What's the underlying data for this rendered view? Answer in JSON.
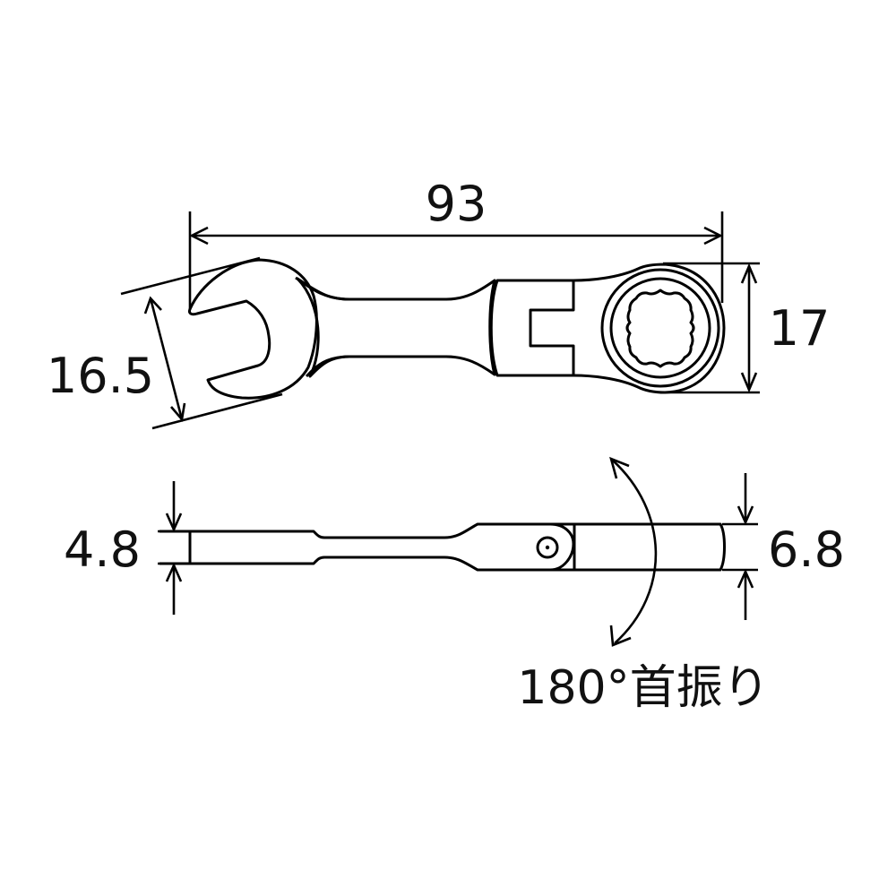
{
  "diagram": {
    "subject": "flexible-head ratcheting combination wrench",
    "units": "mm",
    "dimensions": {
      "overall_length": "93",
      "open_end_width": "16.5",
      "ring_head_width": "17",
      "open_end_thickness": "4.8",
      "ring_head_thickness": "6.8"
    },
    "annotations": {
      "swivel_label": "180°首振り"
    },
    "colors": {
      "line": "#000000",
      "background": "#ffffff"
    }
  }
}
